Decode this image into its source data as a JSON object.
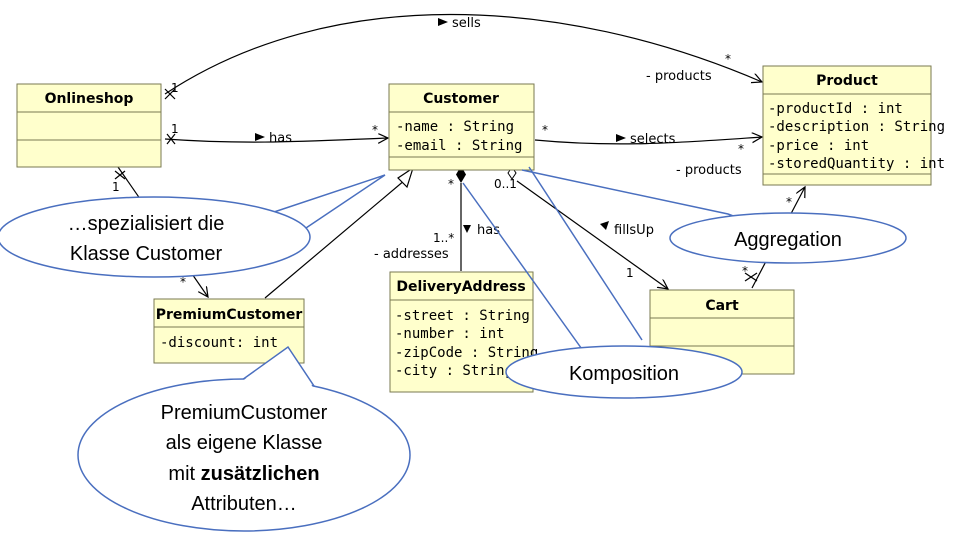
{
  "classes": {
    "onlineshop": {
      "name": "Onlineshop",
      "attributes": []
    },
    "customer": {
      "name": "Customer",
      "attributes": [
        "-name : String",
        "-email : String"
      ]
    },
    "product": {
      "name": "Product",
      "attributes": [
        "-productId : int",
        "-description : String",
        "-price : int",
        "-storedQuantity : int"
      ]
    },
    "premium": {
      "name": "PremiumCustomer",
      "attributes": [
        "-discount: int"
      ]
    },
    "delivery": {
      "name": "DeliveryAddress",
      "attributes": [
        "-street : String",
        "-number : int",
        "-zipCode : String",
        "-city : String"
      ]
    },
    "cart": {
      "name": "Cart",
      "attributes": []
    }
  },
  "associations": {
    "sells": {
      "label": "sells",
      "mult_source": "1",
      "mult_target": "*",
      "role_target": "- products"
    },
    "has_shop": {
      "label": "has",
      "mult_source": "1",
      "mult_target": "*"
    },
    "selects": {
      "label": "selects",
      "mult_source": "*",
      "mult_target": "*",
      "role_target": "- products"
    },
    "addresses": {
      "label": "has",
      "mult_source": "*",
      "mult_target": "1..*",
      "role_target": "- addresses"
    },
    "fillsup": {
      "label": "fillsUp",
      "mult_source": "0..1",
      "mult_target": "1"
    },
    "cart_product": {
      "mult_source": "*",
      "mult_target": "*"
    },
    "shop_premium": {
      "mult_source": "1",
      "mult_target": "*"
    }
  },
  "notes": {
    "specialization": [
      "…spezialisiert die",
      "Klasse Customer"
    ],
    "aggregation": "Aggregation",
    "composition": "Komposition",
    "premium": {
      "line1": "PremiumCustomer",
      "line2": "als eigene Klasse",
      "line3_prefix": "mit ",
      "line3_bold": "zusätzlichen",
      "line4": "Attributen…"
    }
  }
}
